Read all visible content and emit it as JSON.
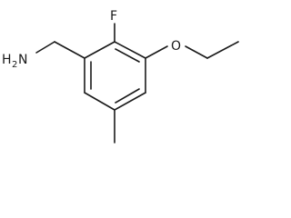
{
  "molecule": {
    "atoms": {
      "amine": {
        "symbol": "H",
        "subscript": "2",
        "element": "N"
      },
      "fluorine": {
        "symbol": "F"
      },
      "ether_oxygen": {
        "symbol": "O"
      }
    },
    "substituents": [
      "aminomethyl",
      "fluoro",
      "ethoxy",
      "methyl"
    ],
    "ring": "benzene"
  }
}
